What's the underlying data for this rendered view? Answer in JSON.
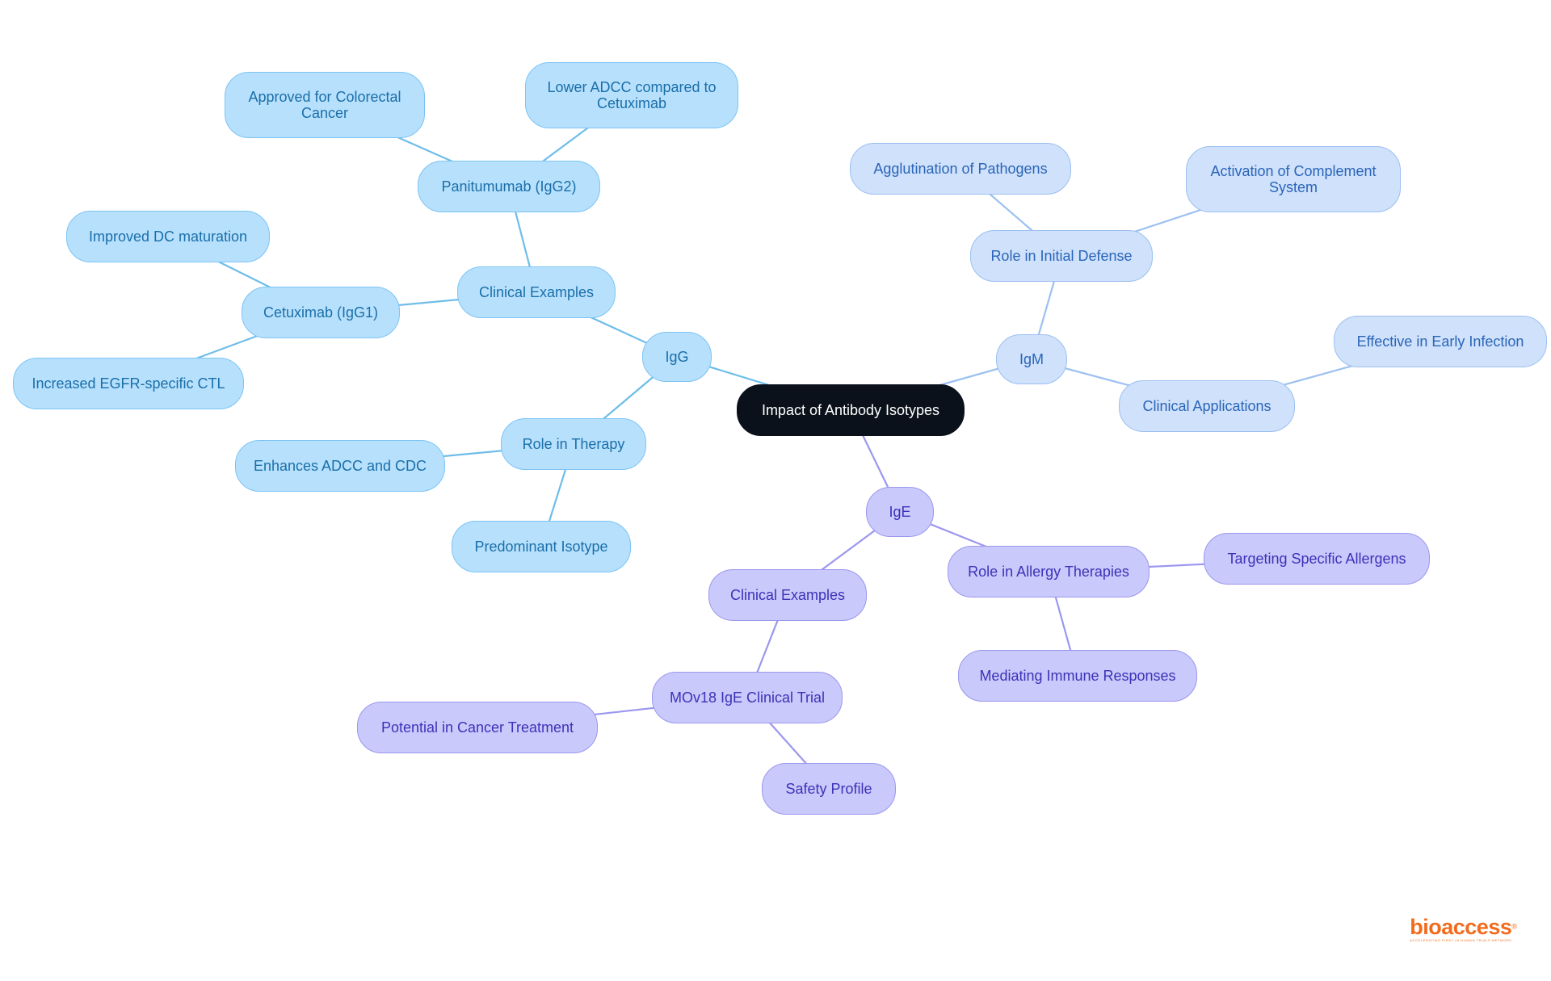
{
  "title": "Impact of Antibody Isotypes",
  "colors": {
    "root_fill": "#0b111b",
    "igg_fill": "#b7e0fd",
    "igg_edge": "#7cc4f4",
    "igg_text": "#1a6fa8",
    "igm_fill": "#cfe1fb",
    "igm_edge": "#9cc0f1",
    "igm_text": "#2a65b8",
    "ige_fill": "#cac9fb",
    "ige_edge": "#9b97ee",
    "ige_text": "#3b33b8",
    "brand": "#f26b1d"
  },
  "nodes": [
    {
      "id": "root",
      "label": "Impact of Antibody Isotypes",
      "group": "root"
    },
    {
      "id": "igg",
      "label": "IgG",
      "group": "igg"
    },
    {
      "id": "igg-clinical",
      "label": "Clinical Examples",
      "group": "igg"
    },
    {
      "id": "panitumumab",
      "label": "Panitumumab (IgG2)",
      "group": "igg"
    },
    {
      "id": "approved-colorectal",
      "label": "Approved for Colorectal\nCancer",
      "group": "igg"
    },
    {
      "id": "lower-adcc",
      "label": "Lower ADCC compared to\nCetuximab",
      "group": "igg"
    },
    {
      "id": "cetuximab",
      "label": "Cetuximab (IgG1)",
      "group": "igg"
    },
    {
      "id": "improved-dc",
      "label": "Improved DC maturation",
      "group": "igg"
    },
    {
      "id": "increased-egfr",
      "label": "Increased EGFR-specific CTL",
      "group": "igg"
    },
    {
      "id": "igg-therapy",
      "label": "Role in Therapy",
      "group": "igg"
    },
    {
      "id": "enhances-adcc",
      "label": "Enhances ADCC and CDC",
      "group": "igg"
    },
    {
      "id": "predominant",
      "label": "Predominant Isotype",
      "group": "igg"
    },
    {
      "id": "igm",
      "label": "IgM",
      "group": "igm"
    },
    {
      "id": "initial-defense",
      "label": "Role in Initial Defense",
      "group": "igm"
    },
    {
      "id": "agglutination",
      "label": "Agglutination of Pathogens",
      "group": "igm"
    },
    {
      "id": "complement",
      "label": "Activation of Complement\nSystem",
      "group": "igm"
    },
    {
      "id": "igm-applications",
      "label": "Clinical Applications",
      "group": "igm"
    },
    {
      "id": "early-infection",
      "label": "Effective in Early Infection",
      "group": "igm"
    },
    {
      "id": "ige",
      "label": "IgE",
      "group": "ige"
    },
    {
      "id": "ige-clinical",
      "label": "Clinical Examples",
      "group": "ige"
    },
    {
      "id": "mov18",
      "label": "MOv18 IgE Clinical Trial",
      "group": "ige"
    },
    {
      "id": "cancer-treatment",
      "label": "Potential in Cancer Treatment",
      "group": "ige"
    },
    {
      "id": "safety",
      "label": "Safety Profile",
      "group": "ige"
    },
    {
      "id": "allergy",
      "label": "Role in Allergy Therapies",
      "group": "ige"
    },
    {
      "id": "allergens",
      "label": "Targeting Specific Allergens",
      "group": "ige"
    },
    {
      "id": "immune-responses",
      "label": "Mediating Immune Responses",
      "group": "ige"
    }
  ],
  "edges": [
    [
      "root",
      "igg"
    ],
    [
      "igg",
      "igg-clinical"
    ],
    [
      "igg-clinical",
      "panitumumab"
    ],
    [
      "panitumumab",
      "approved-colorectal"
    ],
    [
      "panitumumab",
      "lower-adcc"
    ],
    [
      "igg-clinical",
      "cetuximab"
    ],
    [
      "cetuximab",
      "improved-dc"
    ],
    [
      "cetuximab",
      "increased-egfr"
    ],
    [
      "igg",
      "igg-therapy"
    ],
    [
      "igg-therapy",
      "enhances-adcc"
    ],
    [
      "igg-therapy",
      "predominant"
    ],
    [
      "root",
      "igm"
    ],
    [
      "igm",
      "initial-defense"
    ],
    [
      "initial-defense",
      "agglutination"
    ],
    [
      "initial-defense",
      "complement"
    ],
    [
      "igm",
      "igm-applications"
    ],
    [
      "igm-applications",
      "early-infection"
    ],
    [
      "root",
      "ige"
    ],
    [
      "ige",
      "ige-clinical"
    ],
    [
      "ige-clinical",
      "mov18"
    ],
    [
      "mov18",
      "cancer-treatment"
    ],
    [
      "mov18",
      "safety"
    ],
    [
      "ige",
      "allergy"
    ],
    [
      "allergy",
      "allergens"
    ],
    [
      "allergy",
      "immune-responses"
    ]
  ],
  "logo": {
    "name": "bioaccess",
    "mark": "®",
    "tagline": "ACCELERATING FIRST-IN-HUMAN TRIALS NETWORK"
  }
}
